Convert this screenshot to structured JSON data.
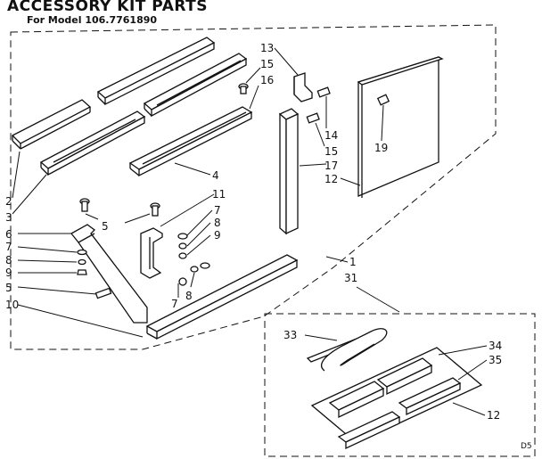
{
  "header": {
    "title": "ACCESSORY KIT PARTS",
    "subtitle": "For Model 106.7761890"
  },
  "diagram_code": "D5",
  "callouts": [
    {
      "id": "c2",
      "text": "2"
    },
    {
      "id": "c3",
      "text": "3"
    },
    {
      "id": "c4",
      "text": "4"
    },
    {
      "id": "c5a",
      "text": "5"
    },
    {
      "id": "c5b",
      "text": "5"
    },
    {
      "id": "c6",
      "text": "6"
    },
    {
      "id": "c7a",
      "text": "7"
    },
    {
      "id": "c7b",
      "text": "7"
    },
    {
      "id": "c7c",
      "text": "7"
    },
    {
      "id": "c8a",
      "text": "8"
    },
    {
      "id": "c8b",
      "text": "8"
    },
    {
      "id": "c8c",
      "text": "8"
    },
    {
      "id": "c9a",
      "text": "9"
    },
    {
      "id": "c9b",
      "text": "9"
    },
    {
      "id": "c10",
      "text": "10"
    },
    {
      "id": "c11",
      "text": "11"
    },
    {
      "id": "c13",
      "text": "13"
    },
    {
      "id": "c15a",
      "text": "15"
    },
    {
      "id": "c16",
      "text": "16"
    },
    {
      "id": "c14",
      "text": "14"
    },
    {
      "id": "c15b",
      "text": "15"
    },
    {
      "id": "c17",
      "text": "17"
    },
    {
      "id": "c12a",
      "text": "12"
    },
    {
      "id": "c19",
      "text": "19"
    },
    {
      "id": "c1",
      "text": "1"
    },
    {
      "id": "c31",
      "text": "31"
    },
    {
      "id": "c33",
      "text": "33"
    },
    {
      "id": "c34",
      "text": "34"
    },
    {
      "id": "c35",
      "text": "35"
    },
    {
      "id": "c12b",
      "text": "12"
    }
  ]
}
